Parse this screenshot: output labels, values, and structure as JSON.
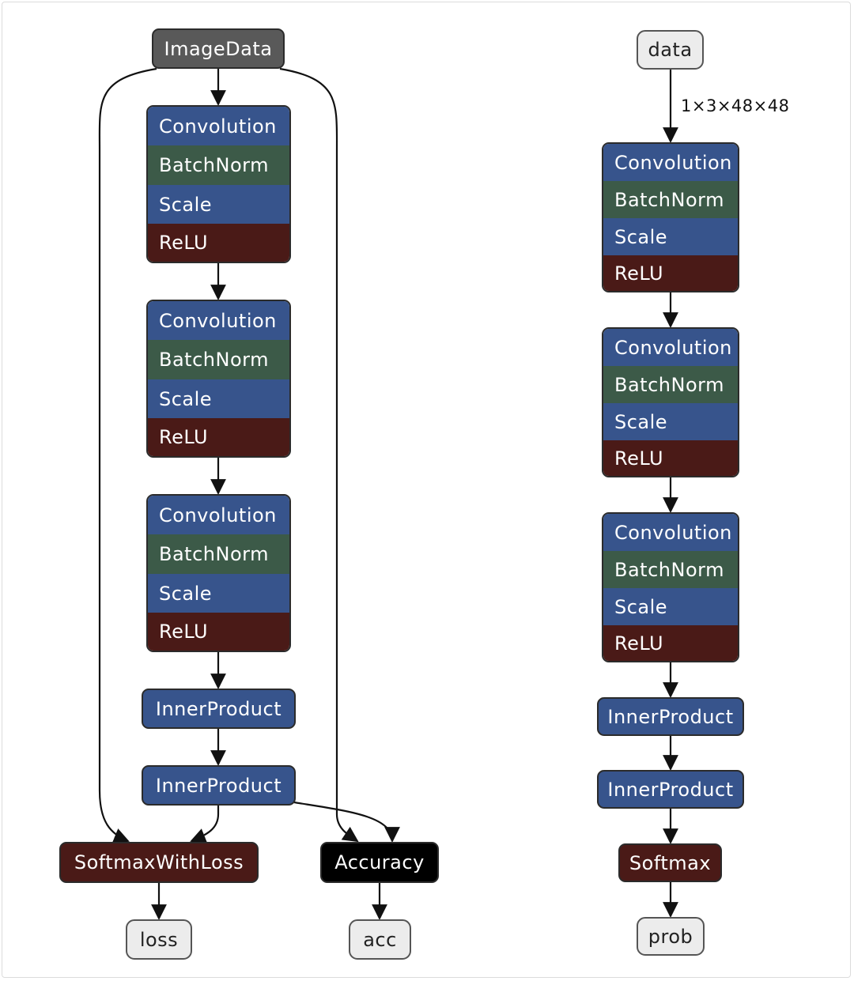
{
  "colors": {
    "convolution": "#37548c",
    "batchnorm": "#3c5a48",
    "scale": "#37548c",
    "relu": "#4a1a17",
    "edge": "#111111"
  },
  "train": {
    "input": "ImageData",
    "blocks": [
      {
        "layers": [
          "Convolution",
          "BatchNorm",
          "Scale",
          "ReLU"
        ]
      },
      {
        "layers": [
          "Convolution",
          "BatchNorm",
          "Scale",
          "ReLU"
        ]
      },
      {
        "layers": [
          "Convolution",
          "BatchNorm",
          "Scale",
          "ReLU"
        ]
      }
    ],
    "inner_product_1": "InnerProduct",
    "inner_product_2": "InnerProduct",
    "loss_layer": "SoftmaxWithLoss",
    "accuracy_layer": "Accuracy",
    "loss_output": "loss",
    "acc_output": "acc"
  },
  "deploy": {
    "input": "data",
    "input_shape": "1×3×48×48",
    "blocks": [
      {
        "layers": [
          "Convolution",
          "BatchNorm",
          "Scale",
          "ReLU"
        ]
      },
      {
        "layers": [
          "Convolution",
          "BatchNorm",
          "Scale",
          "ReLU"
        ]
      },
      {
        "layers": [
          "Convolution",
          "BatchNorm",
          "Scale",
          "ReLU"
        ]
      }
    ],
    "inner_product_1": "InnerProduct",
    "inner_product_2": "InnerProduct",
    "softmax": "Softmax",
    "output": "prob"
  }
}
